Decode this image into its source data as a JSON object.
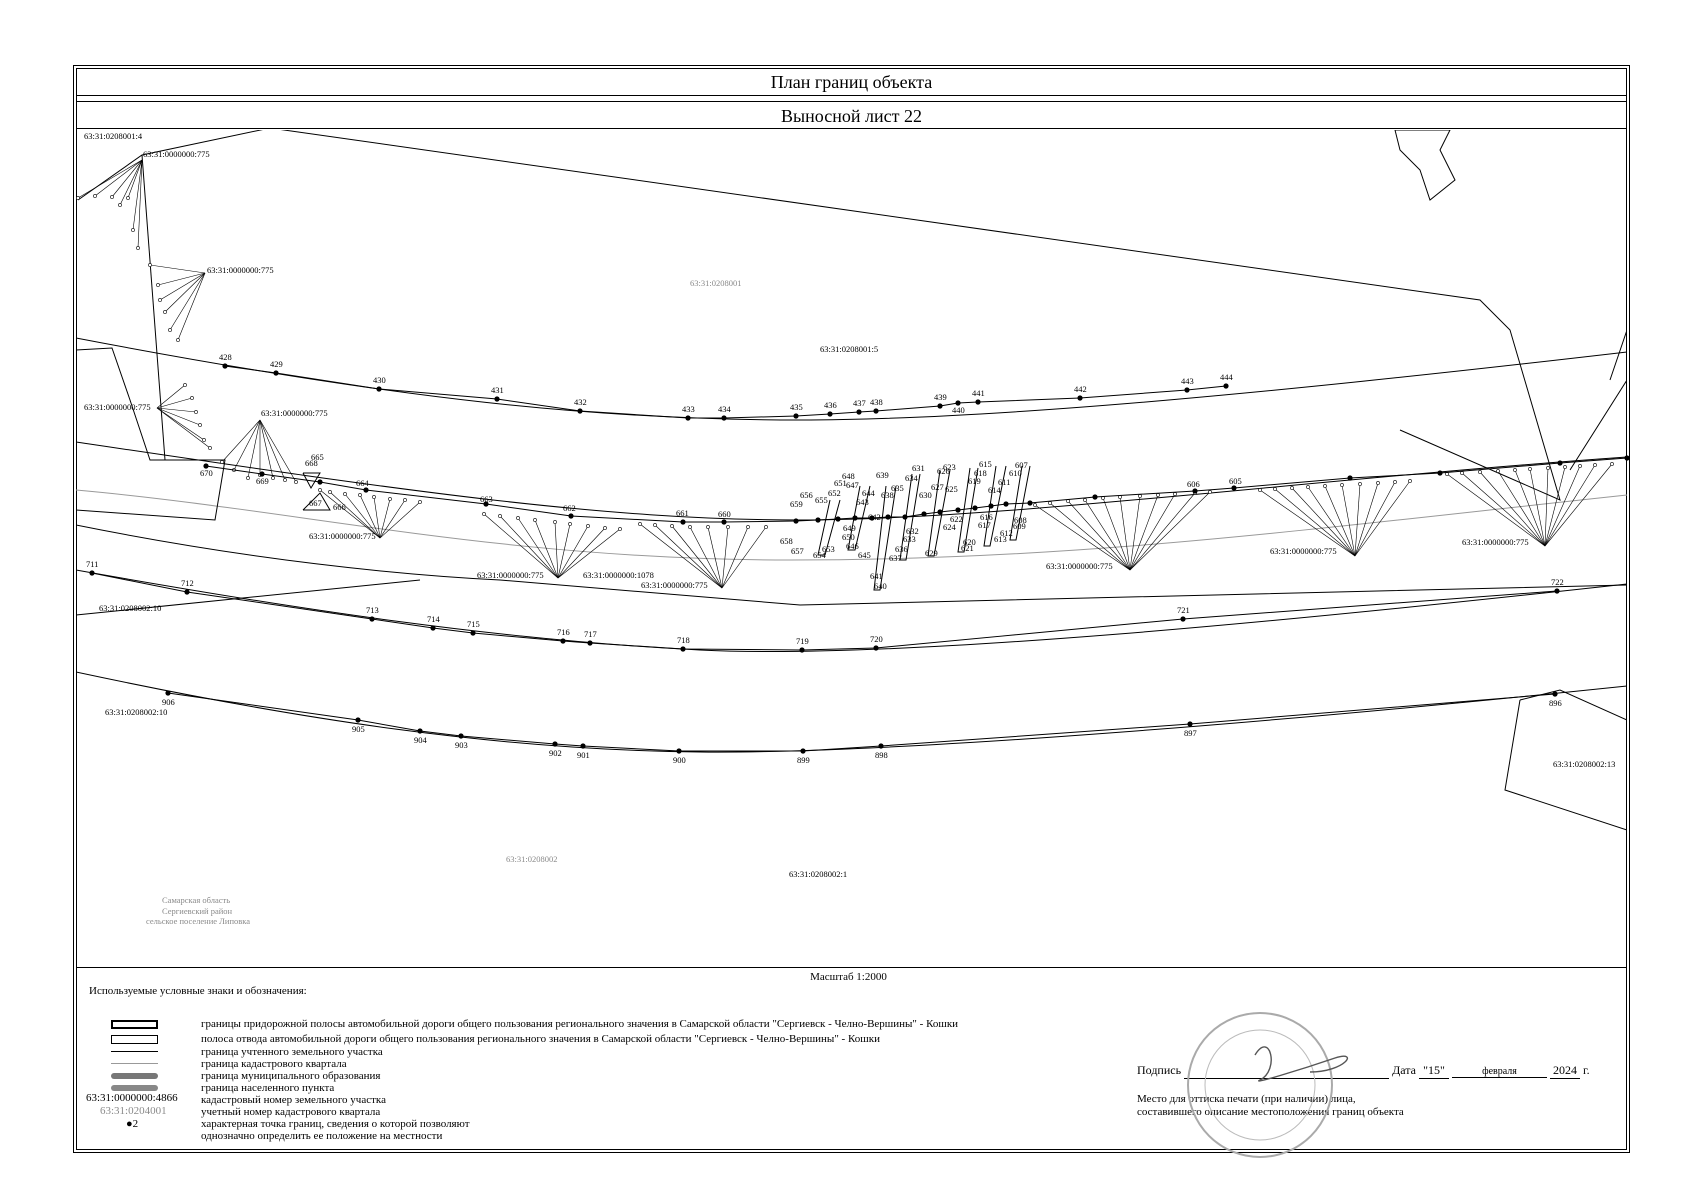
{
  "header": {
    "title": "План границ объекта",
    "subtitle": "Выносной лист 22"
  },
  "map": {
    "parcel_labels": [
      "63:31:0208001:4",
      "63:31:0000000:775",
      "63:31:0000000:775",
      "63:31:0208001:5",
      "63:31:0000000:775",
      "63:31:0000000:775",
      "63:31:0000000:775",
      "63:31:0000000:775",
      "63:31:0000000:1078",
      "63:31:0000000:775",
      "63:31:0000000:775",
      "63:31:0000000:775",
      "63:31:0000000:775",
      "63:31:0208002:10",
      "63:31:0208002:10",
      "63:31:0208002:13",
      "63:31:0208002:1"
    ],
    "quarter_labels": [
      "63:31:0208001",
      "63:31:0208002"
    ],
    "municipality": [
      "Самарская область",
      "Сергиевский район",
      "сельское поселение Липовка"
    ],
    "points_row1": [
      "428",
      "429",
      "430",
      "431",
      "432",
      "433",
      "434",
      "435",
      "436",
      "437",
      "438",
      "439",
      "440",
      "441",
      "442",
      "443",
      "444"
    ],
    "points_row2": [
      "670",
      "669",
      "668",
      "665",
      "667",
      "666",
      "664",
      "663",
      "662",
      "661",
      "660",
      "659",
      "658",
      "657",
      "656",
      "655",
      "654",
      "653",
      "652",
      "651",
      "650",
      "649",
      "648",
      "647",
      "646",
      "645",
      "644",
      "643",
      "642",
      "641",
      "640",
      "639",
      "638",
      "637",
      "636",
      "635",
      "634",
      "633",
      "632",
      "631",
      "630",
      "629",
      "628",
      "627",
      "626",
      "625",
      "624",
      "623",
      "622",
      "621",
      "620",
      "619",
      "618",
      "617",
      "616",
      "615",
      "614",
      "613",
      "612",
      "611",
      "610",
      "609",
      "608",
      "607",
      "606",
      "605"
    ],
    "points_row3": [
      "711",
      "712",
      "713",
      "714",
      "715",
      "716",
      "717",
      "718",
      "719",
      "720",
      "721",
      "722"
    ],
    "points_row4": [
      "906",
      "905",
      "904",
      "903",
      "902",
      "901",
      "900",
      "899",
      "898",
      "897",
      "896"
    ]
  },
  "scale": "Масштаб 1:2000",
  "legend": {
    "title": "Используемые условные знаки и обозначения:",
    "items": [
      "границы придорожной полосы автомобильной дороги общего пользования регионального значения в Самарской области \"Сергиевск - Челно-Вершины\" - Кошки",
      "полоса отвода автомобильной дороги общего пользования регионального значения в Самарской области \"Сергиевск - Челно-Вершины\" - Кошки",
      "граница учтенного земельного участка",
      "граница кадастрового квартала",
      "граница муниципального образования",
      "граница населенного пункта",
      "кадастровый номер земельного участка",
      "учетный номер кадастрового квартала",
      "характерная точка границ, сведения о которой позволяют",
      "однозначно определить ее положение на местности"
    ],
    "sample_cadastral": "63:31:0000000:4866",
    "sample_quarter": "63:31:0204001",
    "sample_point": "2"
  },
  "signature": {
    "label": "Подпись",
    "date_label": "Дата",
    "day": "\"15\"",
    "month": "февраля",
    "year": "2024",
    "year_suffix": "г.",
    "stamp_note_1": "Место для оттиска печати (при наличии) лица,",
    "stamp_note_2": "составившего описание местоположения границ объекта"
  }
}
